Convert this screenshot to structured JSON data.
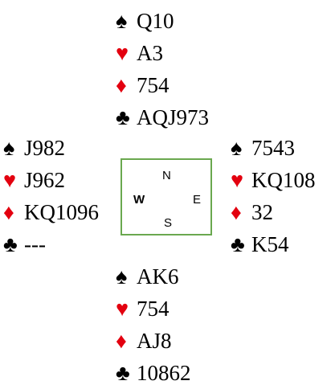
{
  "suits": {
    "spades": {
      "symbol": "♠",
      "color": "#000000"
    },
    "hearts": {
      "symbol": "♥",
      "color": "#e3000f"
    },
    "diamonds": {
      "symbol": "♦",
      "color": "#e3000f"
    },
    "clubs": {
      "symbol": "♣",
      "color": "#000000"
    }
  },
  "compass": {
    "north": "N",
    "west": "W",
    "east": "E",
    "south": "S",
    "border_color": "#6aa84f"
  },
  "hands": {
    "north": {
      "spades": "Q10",
      "hearts": "A3",
      "diamonds": "754",
      "clubs": "AQJ973"
    },
    "west": {
      "spades": "J982",
      "hearts": "J962",
      "diamonds": "KQ1096",
      "clubs": "---"
    },
    "east": {
      "spades": "7543",
      "hearts": "KQ108",
      "diamonds": "32",
      "clubs": "K54"
    },
    "south": {
      "spades": "AK6",
      "hearts": "754",
      "diamonds": "AJ8",
      "clubs": "10862"
    }
  }
}
